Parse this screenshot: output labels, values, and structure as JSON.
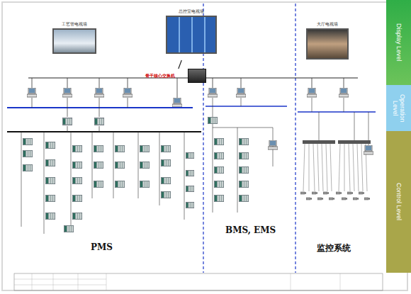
{
  "diagram": {
    "nodes": [
      {
        "text": [
          "Display Level"
        ]
      },
      {
        "text": [
          "Operation Level"
        ]
      },
      {
        "text": [
          "Control Level"
        ]
      },
      {
        "text": [
          "工艺管电视墙"
        ]
      },
      {
        "text": [
          "总控室电视墙"
        ]
      },
      {
        "text": [
          "大厅电视墙"
        ]
      },
      {
        "text": [
          "骨干核心交换机"
        ]
      }
    ],
    "edges": [
      {
        "from": 4,
        "to": 6,
        "arrow": "none"
      }
    ],
    "labels": [
      "PMS",
      "BMS, EMS",
      "监控系统"
    ]
  }
}
